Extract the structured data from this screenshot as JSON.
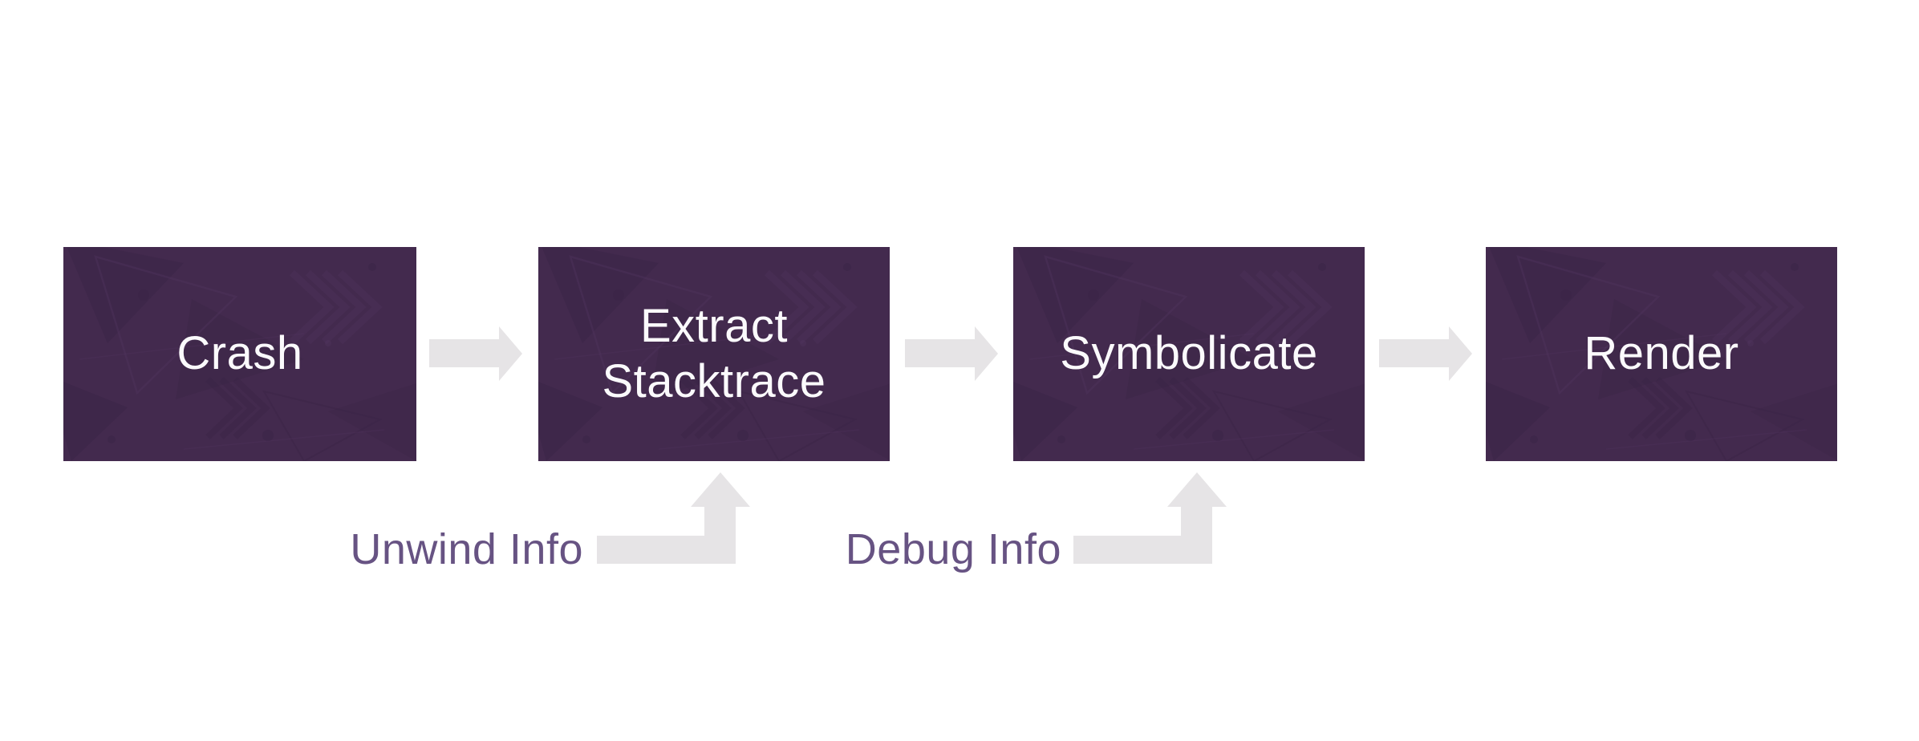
{
  "diagram": {
    "steps": [
      {
        "label": "Crash"
      },
      {
        "label": "Extract Stacktrace"
      },
      {
        "label": "Symbolicate"
      },
      {
        "label": "Render"
      }
    ],
    "inputs": [
      {
        "label": "Unwind Info",
        "feeds_into": "Extract Stacktrace"
      },
      {
        "label": "Debug Info",
        "feeds_into": "Symbolicate"
      }
    ],
    "flow_order": [
      "Crash",
      "Extract Stacktrace",
      "Symbolicate",
      "Render"
    ],
    "colors": {
      "background": "#ffffff",
      "box": "#432a4e",
      "box_texture_dark": "#3a2446",
      "box_texture_light": "#523660",
      "box_text": "#fbfafc",
      "arrow": "#e6e4e6",
      "label_text": "#675383"
    }
  }
}
